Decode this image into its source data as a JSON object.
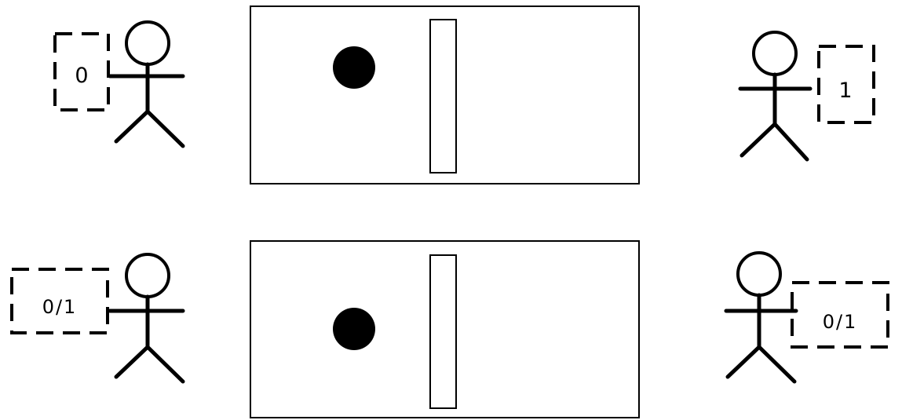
{
  "scenes": [
    {
      "left_value": "0",
      "right_value": "1"
    },
    {
      "left_value": "0/1",
      "right_value": "0/1"
    }
  ]
}
